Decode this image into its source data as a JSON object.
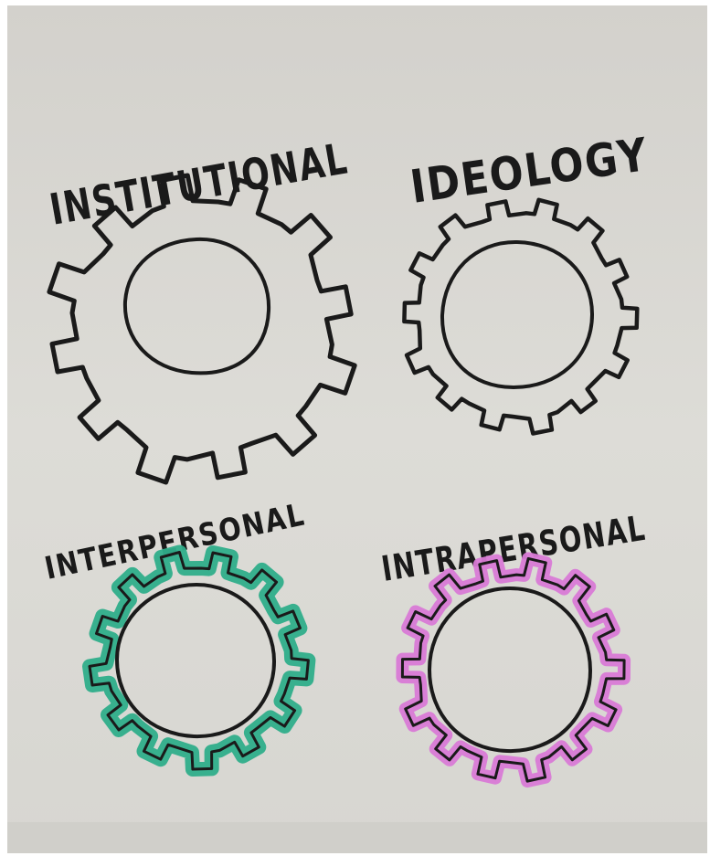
{
  "labels": {
    "institutional": "INSTITUTIONAL",
    "ideology": "IDEOLOGY",
    "interpersonal": "INTERPERSONAL",
    "intrapersonal": "INTRAPERSONAL"
  },
  "colors": {
    "paper": "#dcdbd6",
    "ink": "#1a1a1a",
    "interpersonal_highlight": "#2fae8a",
    "intrapersonal_highlight": "#d97ad6"
  },
  "icons": [
    "gear-icon",
    "gear-icon",
    "gear-icon",
    "gear-icon"
  ]
}
